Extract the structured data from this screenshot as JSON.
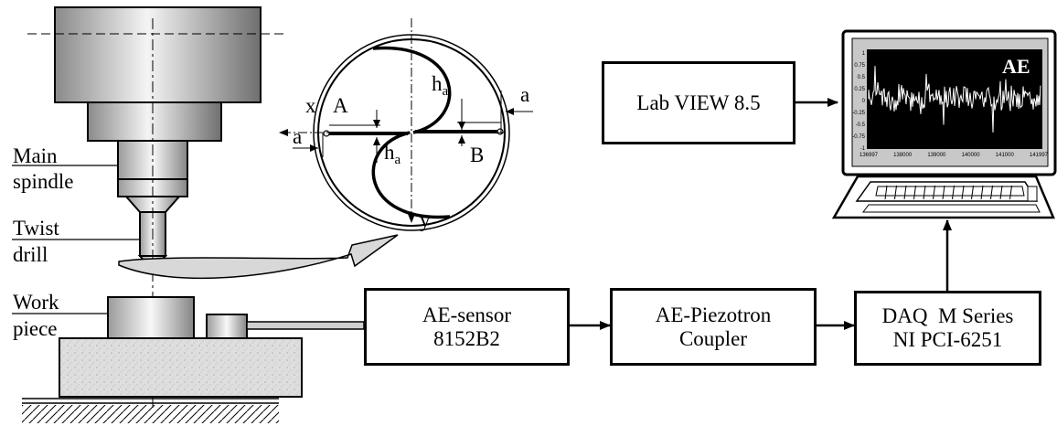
{
  "labels": {
    "main_spindle_1": "Main",
    "main_spindle_2": "spindle",
    "twist_drill_1": "Twist",
    "twist_drill_2": "drill",
    "work_piece_1": "Work",
    "work_piece_2": "piece"
  },
  "drill_section": {
    "x_axis": "x",
    "y_axis": "y",
    "point_a": "A",
    "point_b": "B",
    "dim_a": "a",
    "dim_h": "h",
    "dim_h_sub": "a"
  },
  "boxes": {
    "labview": "Lab VIEW 8.5",
    "sensor_1": "AE-sensor",
    "sensor_2": "8152B2",
    "coupler_1": "AE-Piezotron",
    "coupler_2": "Coupler",
    "daq_1": "DAQ  M Series",
    "daq_2": "NI PCI-6251"
  },
  "monitor": {
    "signal_label": "AE",
    "y_ticks": [
      "1",
      "0.75",
      "0.5",
      "0.25",
      "0",
      "-0.25",
      "-0.5",
      "-0.75",
      "-1"
    ],
    "x_ticks": [
      "136997",
      "138000",
      "139000",
      "140000",
      "141000",
      "141997"
    ]
  },
  "colors": {
    "line": "#000000",
    "screen_bg": "#000000",
    "signal": "#ffffff",
    "metal_dark": "#7a7a7a",
    "metal_light": "#f2f2f2",
    "stone": "#d9d9d9"
  }
}
